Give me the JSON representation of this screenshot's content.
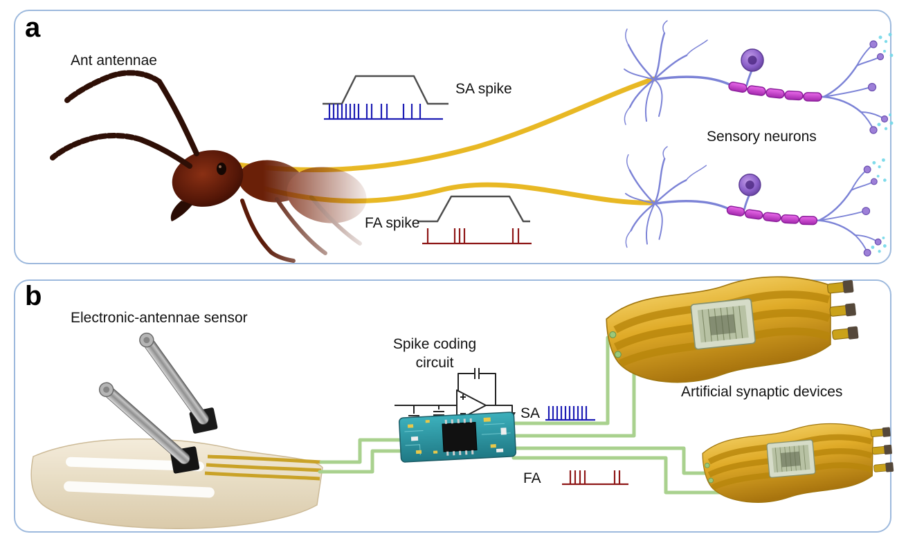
{
  "figure": {
    "panel_a": {
      "tag": "a",
      "ant_label": "Ant antennae",
      "sa_spike_label": "SA spike",
      "fa_spike_label": "FA spike",
      "neurons_label": "Sensory neurons"
    },
    "panel_b": {
      "tag": "b",
      "sensor_label": "Electronic-antennae sensor",
      "circuit_label": "Spike coding\ncircuit",
      "sa_label": "SA",
      "fa_label": "FA",
      "devices_label": "Artificial synaptic devices"
    }
  },
  "spikes": {
    "sa_panel_a": [
      8,
      14,
      20,
      26,
      32,
      38,
      44,
      50,
      62,
      69,
      83,
      91,
      115,
      127,
      139
    ],
    "fa_panel_a": [
      8,
      47,
      54,
      61,
      131,
      139
    ],
    "sa_panel_b": [
      5,
      11,
      17,
      23,
      29,
      35,
      41,
      47,
      53,
      59
    ],
    "fa_panel_b": [
      12,
      19,
      26,
      33,
      76,
      83
    ]
  },
  "colors": {
    "panel_border": "#9db9dd",
    "sa_spike": "#1c1cb4",
    "fa_spike": "#8e1616",
    "waveform": "#4d4d4d",
    "nerve_fiber": "#e8b824",
    "wire": "#a9d18e",
    "pcb": "#2f9aa6",
    "device_gold": "#d9a422",
    "neuron_purple": "#7b82d6",
    "myelin_magenta": "#cf3fcf"
  }
}
